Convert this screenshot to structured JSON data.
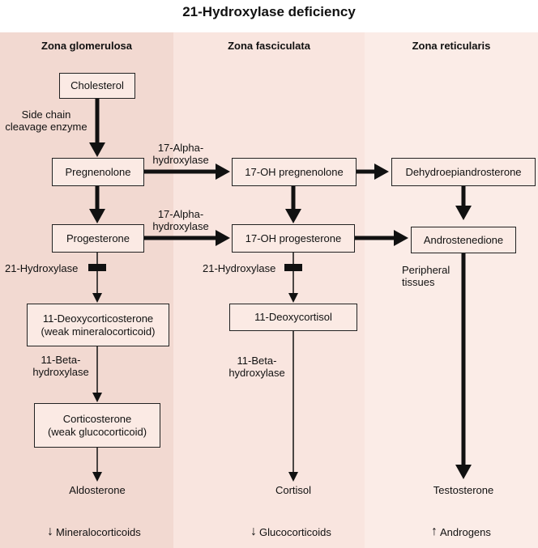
{
  "title": "21-Hydroxylase deficiency",
  "zones": {
    "glomerulosa": "Zona glomerulosa",
    "fasciculata": "Zona fasciculata",
    "reticularis": "Zona reticularis"
  },
  "nodes": {
    "cholesterol": "Cholesterol",
    "pregnenolone": "Pregnenolone",
    "progesterone": "Progesterone",
    "deoxycorticosterone": [
      "11-Deoxycorticosterone",
      "(weak mineralocorticoid)"
    ],
    "corticosterone": [
      "Corticosterone",
      "(weak glucocorticoid)"
    ],
    "aldosterone": "Aldosterone",
    "oh_pregnenolone": "17-OH pregnenolone",
    "oh_progesterone": "17-OH progesterone",
    "deoxycortisol": "11-Deoxycortisol",
    "cortisol": "Cortisol",
    "dhea": "Dehydroepiandrosterone",
    "androstenedione": "Androstenedione",
    "testosterone": "Testosterone"
  },
  "enzymes": {
    "side_chain": [
      "Side chain",
      "cleavage enzyme"
    ],
    "alpha_1": [
      "17-Alpha-",
      "hydroxylase"
    ],
    "alpha_2": [
      "17-Alpha-",
      "hydroxylase"
    ],
    "hydroxylase21_left": "21-Hydroxylase",
    "hydroxylase21_mid": "21-Hydroxylase",
    "beta_left": [
      "11-Beta-",
      "hydroxylase"
    ],
    "beta_mid": [
      "11-Beta-",
      "hydroxylase"
    ],
    "peripheral": [
      "Peripheral",
      "tissues"
    ]
  },
  "outcomes": {
    "mineralocorticoids": {
      "arrow": "↓",
      "label": "Mineralocorticoids"
    },
    "glucocorticoids": {
      "arrow": "↓",
      "label": "Glucocorticoids"
    },
    "androgens": {
      "arrow": "↑",
      "label": "Androgens"
    }
  },
  "colors": {
    "zone_glomerulosa": "#f2d9d1",
    "zone_fasciculata": "#f9e5df",
    "zone_reticularis": "#fbece7",
    "box_fill": "#fbeae4",
    "arrow": "#111111"
  }
}
